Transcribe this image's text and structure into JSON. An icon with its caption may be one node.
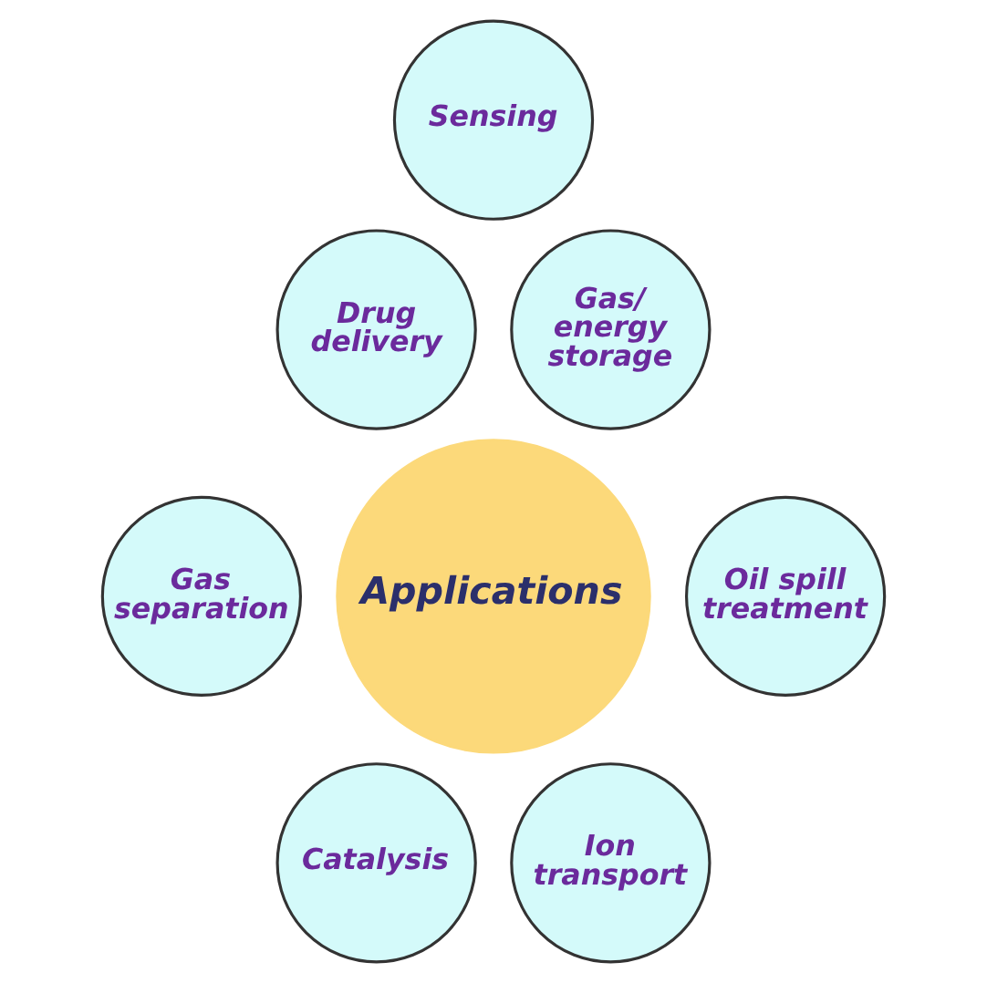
{
  "diagram": {
    "nodes": [
      {
        "text": [
          "Sensing"
        ]
      },
      {
        "text": [
          "Drug delivery"
        ]
      },
      {
        "text": [
          "Gas/ energy storage"
        ]
      },
      {
        "text": [
          "Applications"
        ]
      },
      {
        "text": [
          "Gas separation"
        ]
      },
      {
        "text": [
          "Oil spill treatment"
        ]
      },
      {
        "text": [
          "Catalysis"
        ]
      },
      {
        "text": [
          "Ion transport"
        ]
      }
    ],
    "edges": []
  }
}
